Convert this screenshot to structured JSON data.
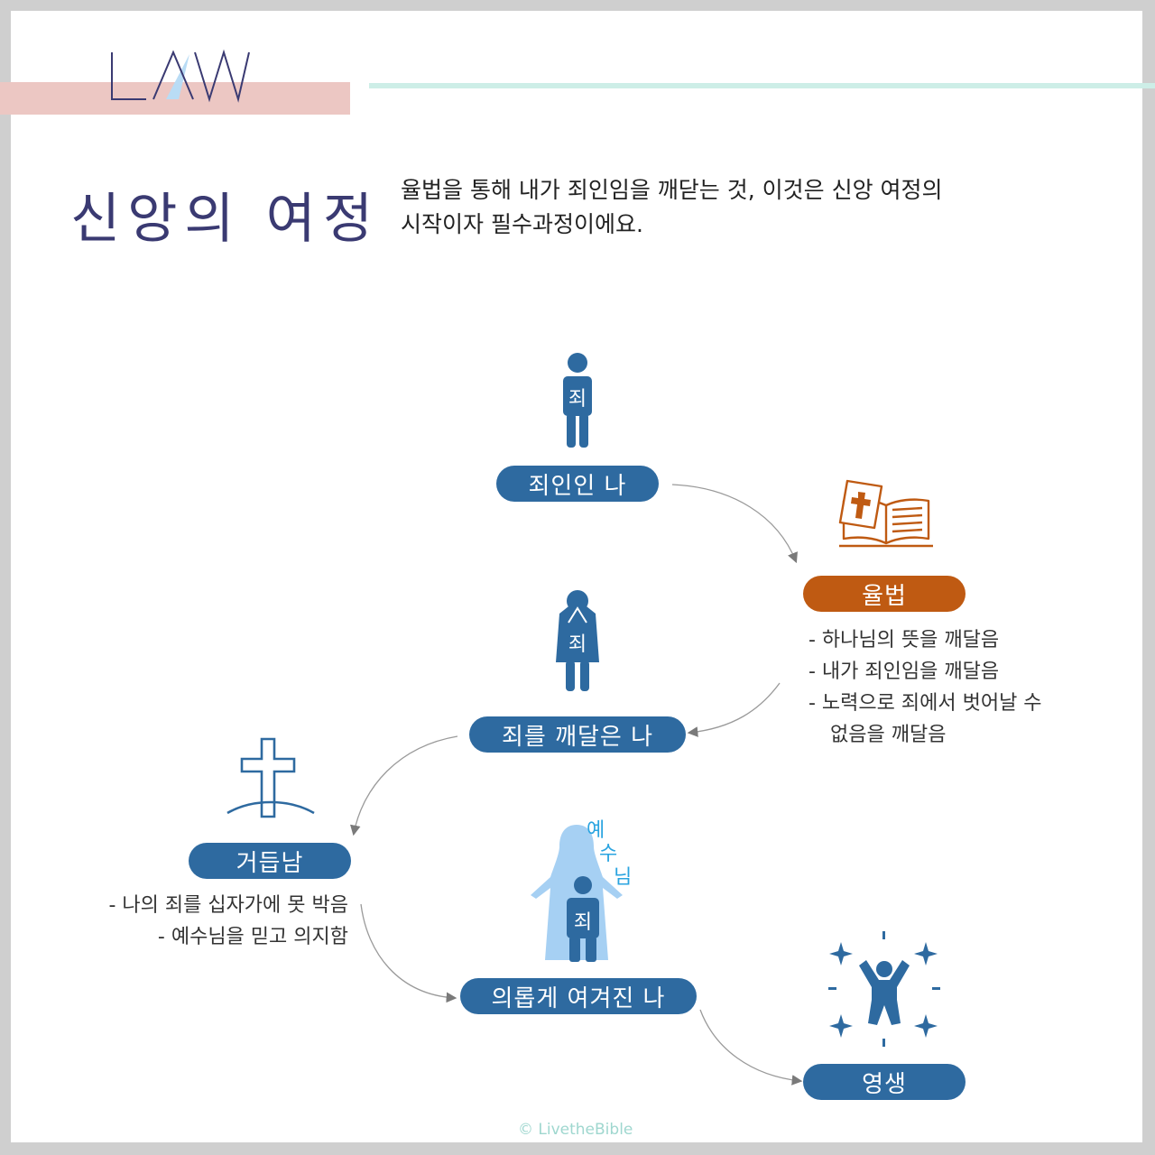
{
  "header": {
    "logo_text": "LAW",
    "title": "신앙의 여정",
    "subtitle_lines": [
      "율법을 통해 내가 죄인임을 깨닫는 것, 이것은 신앙 여정의",
      "시작이자 필수과정이에요."
    ]
  },
  "nodes": {
    "sinner": {
      "label": "죄인인 나",
      "figure_text": "죄"
    },
    "law": {
      "label": "율법",
      "notes": [
        "- 하나님의 뜻을 깨달음",
        "- 내가 죄인임을 깨달음",
        "- 노력으로 죄에서 벗어날 수",
        "없음을 깨달음"
      ]
    },
    "realize": {
      "label": "죄를 깨달은 나",
      "figure_text": "죄"
    },
    "rebirth": {
      "label": "거듭남",
      "notes": [
        "- 나의 죄를 십자가에 못 박음",
        "- 예수님을 믿고 의지함"
      ]
    },
    "justified": {
      "label": "의롭게 여겨진 나",
      "figure_text": "죄",
      "jesus_text": [
        "예",
        "수",
        "님"
      ]
    },
    "eternal": {
      "label": "영생"
    }
  },
  "footer": {
    "copyright": "© LivetheBible"
  },
  "colors": {
    "blue": "#2e6aa0",
    "orange": "#bf5a12",
    "title": "#3a3a72",
    "jesus_light": "#9ccbf2",
    "jesus_text": "#2aa4e0",
    "logo_bar": "#ecc7c3",
    "teal_line": "#cdeee7"
  }
}
